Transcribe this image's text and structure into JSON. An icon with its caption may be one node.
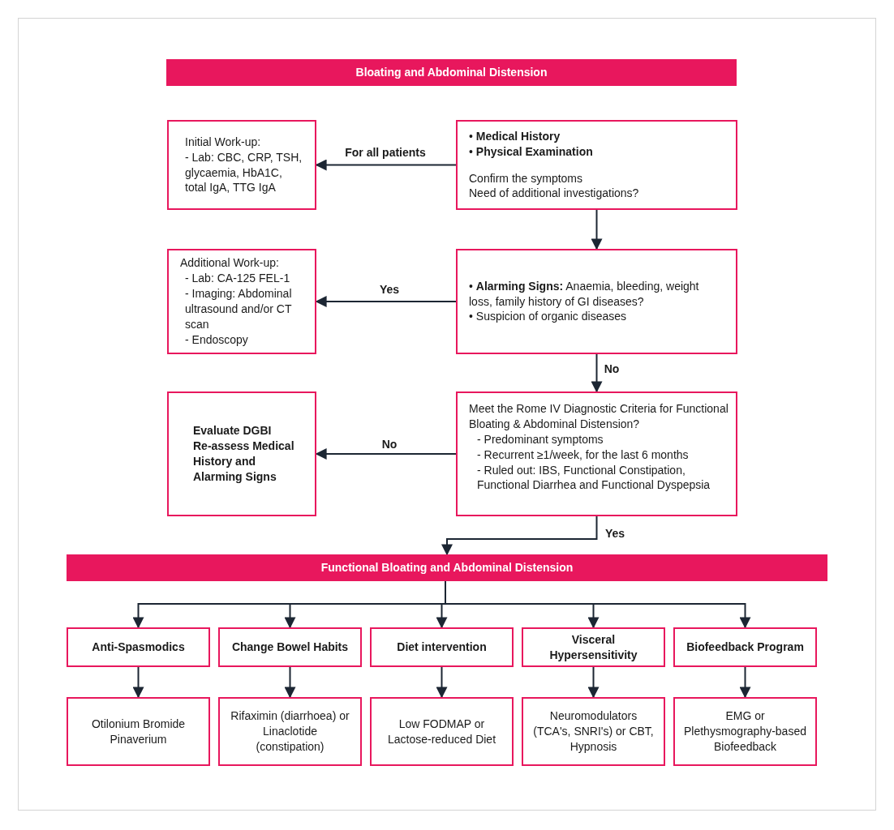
{
  "diagram": {
    "nodes": [
      {
        "text": [
          "Bloating and Abdominal Distension"
        ]
      },
      {
        "text": [
          "Initial Work-up:",
          "- Lab: CBC, CRP, TSH, glycaemia, HbA1C, total IgA, TTG IgA"
        ]
      },
      {
        "text": [
          "• **Medical History**",
          "• **Physical Examination**",
          "Confirm the symptoms",
          "Need of additional investigations?"
        ]
      },
      {
        "text": [
          "Additional Work-up:",
          "- Lab: CA-125  FEL-1",
          "- Imaging: Abdominal ultrasound and/or CT scan",
          "- Endoscopy"
        ]
      },
      {
        "text": [
          "• **Alarming Signs:** Anaemia, bleeding, weight loss, family history of GI diseases?",
          "• Suspicion of organic diseases"
        ]
      },
      {
        "text": [
          "Evaluate DGBI",
          "Re-assess Medical History and Alarming Signs"
        ]
      },
      {
        "text": [
          "Meet the Rome IV Diagnostic Criteria for Functional Bloating & Abdominal Distension?",
          "- Predominant symptoms",
          "- Recurrent ≥1/week, for the last 6 months",
          "- Ruled out: IBS, Functional Constipation, Functional Diarrhea and Functional Dyspepsia"
        ]
      },
      {
        "text": [
          "Functional Bloating and Abdominal Distension"
        ]
      },
      {
        "text": [
          "Anti-Spasmodics"
        ]
      },
      {
        "text": [
          "Change Bowel Habits"
        ]
      },
      {
        "text": [
          "Diet intervention"
        ]
      },
      {
        "text": [
          "Visceral Hypersensitivity"
        ]
      },
      {
        "text": [
          "Biofeedback Program"
        ]
      },
      {
        "text": [
          "Otilonium Bromide Pinaverium"
        ]
      },
      {
        "text": [
          "Rifaximin (diarrhoea) or Linaclotide (constipation)"
        ]
      },
      {
        "text": [
          "Low FODMAP or Lactose-reduced Diet"
        ]
      },
      {
        "text": [
          "Neuromodulators (TCA's, SNRI's) or CBT, Hypnosis"
        ]
      },
      {
        "text": [
          "EMG or Plethysmography-based Biofeedback"
        ]
      }
    ],
    "edges": [
      {
        "from": 2,
        "to": 1,
        "arrow": "to",
        "label": "For all patients"
      },
      {
        "from": 2,
        "to": 4,
        "arrow": "to"
      },
      {
        "from": 4,
        "to": 3,
        "arrow": "to",
        "label": "Yes"
      },
      {
        "from": 4,
        "to": 6,
        "arrow": "to",
        "label": "No"
      },
      {
        "from": 6,
        "to": 5,
        "arrow": "to",
        "label": "No"
      },
      {
        "from": 6,
        "to": 7,
        "arrow": "to",
        "label": "Yes"
      },
      {
        "from": 7,
        "to": 8,
        "arrow": "to"
      },
      {
        "from": 7,
        "to": 9,
        "arrow": "to"
      },
      {
        "from": 7,
        "to": 10,
        "arrow": "to"
      },
      {
        "from": 7,
        "to": 11,
        "arrow": "to"
      },
      {
        "from": 7,
        "to": 12,
        "arrow": "to"
      },
      {
        "from": 8,
        "to": 13,
        "arrow": "to"
      },
      {
        "from": 9,
        "to": 14,
        "arrow": "to"
      },
      {
        "from": 10,
        "to": 15,
        "arrow": "to"
      },
      {
        "from": 11,
        "to": 16,
        "arrow": "to"
      },
      {
        "from": 12,
        "to": 17,
        "arrow": "to"
      }
    ]
  }
}
